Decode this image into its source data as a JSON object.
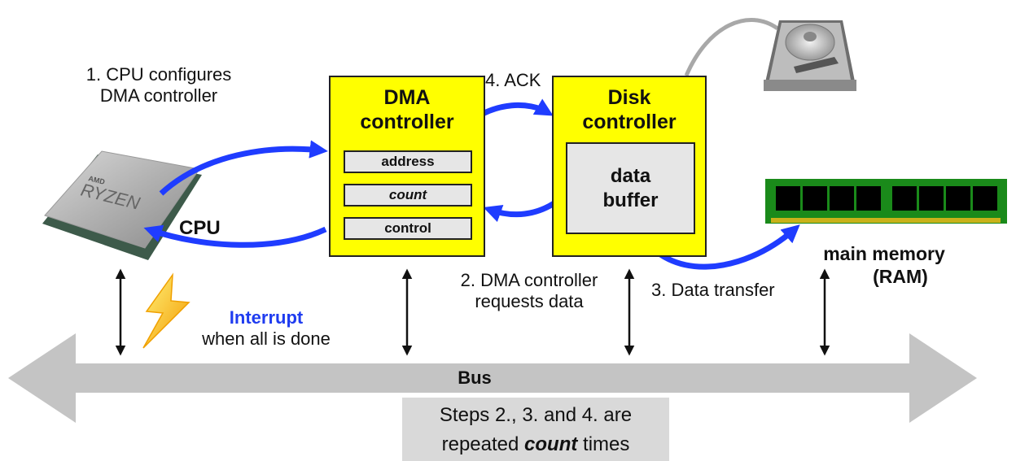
{
  "diagram": {
    "type": "DMA transfer overview",
    "colors": {
      "controller_fill": "#ffff00",
      "register_fill": "#e6e6e6",
      "flow_arrow": "#1f3cff",
      "bus": "#c4c4c4",
      "interrupt_text": "#1f3cf0",
      "note_fill": "#d9d9d9"
    },
    "steps": {
      "step1": {
        "line1": "1. CPU configures",
        "line2": "DMA controller"
      },
      "step2": {
        "line1": "2. DMA controller",
        "line2": "requests data"
      },
      "step3": {
        "label": "3. Data transfer"
      },
      "step4": {
        "label": "4. ACK"
      }
    },
    "cpu": {
      "label": "CPU",
      "chip_brand": "AMD",
      "chip_name": "RYZEN",
      "icon": "cpu-chip-icon"
    },
    "dma_controller": {
      "title_line1": "DMA",
      "title_line2": "controller",
      "registers": [
        {
          "label": "address",
          "italic": false
        },
        {
          "label": "count",
          "italic": true
        },
        {
          "label": "control",
          "italic": false
        }
      ]
    },
    "disk_controller": {
      "title_line1": "Disk",
      "title_line2": "controller",
      "buffer_line1": "data",
      "buffer_line2": "buffer"
    },
    "disk": {
      "icon": "hard-disk-icon"
    },
    "memory": {
      "label_line1": "main memory",
      "label_line2": "(RAM)",
      "icon": "ram-module-icon"
    },
    "interrupt": {
      "title": "Interrupt",
      "subtitle": "when all is done",
      "icon": "lightning-icon"
    },
    "bus": {
      "label": "Bus"
    },
    "note": {
      "line1": "Steps 2., 3. and 4. are",
      "line2_prefix": "repeated ",
      "line2_emph": "count",
      "line2_suffix": " times"
    }
  }
}
